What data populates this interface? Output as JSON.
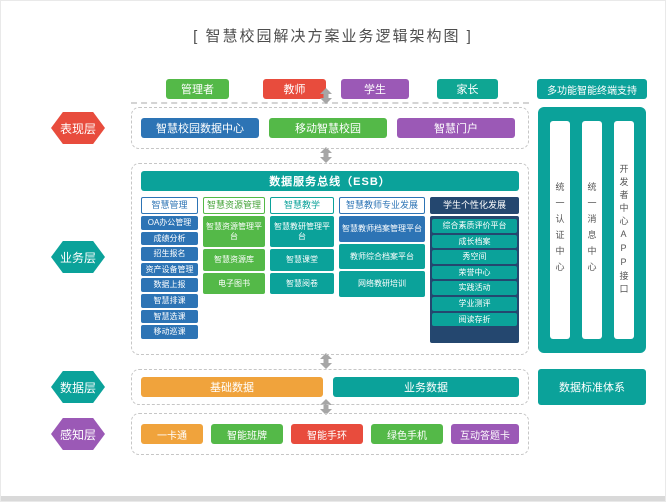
{
  "title": "[ 智慧校园解决方案业务逻辑架构图 ]",
  "palette": {
    "blue": "#2d74b5",
    "green": "#54b948",
    "teal": "#0ba29a",
    "red": "#e84c3d",
    "purple": "#9b59b6",
    "orange": "#f0a33c",
    "navy": "#24476f",
    "arrow_gray": "#a6a6a6"
  },
  "roles": [
    {
      "label": "管理者",
      "color": "#54b948"
    },
    {
      "label": "教师",
      "color": "#e84c3d"
    },
    {
      "label": "学生",
      "color": "#9b59b6"
    },
    {
      "label": "家长",
      "color": "#0fa693"
    }
  ],
  "layers": [
    {
      "label": "表现层",
      "color": "#e84c3d"
    },
    {
      "label": "业务层",
      "color": "#0ba29a"
    },
    {
      "label": "数据层",
      "color": "#0ba29a"
    },
    {
      "label": "感知层",
      "color": "#9b59b6"
    }
  ],
  "presentation": {
    "items": [
      {
        "label": "智慧校园数据中心",
        "color": "#2d74b5"
      },
      {
        "label": "移动智慧校园",
        "color": "#54b948"
      },
      {
        "label": "智慧门户",
        "color": "#9b59b6"
      }
    ]
  },
  "business": {
    "esb_label": "数据服务总线（ESB）",
    "esb_color": "#0ba29a",
    "columns": [
      {
        "header": "智慧管理",
        "accent": "#2d74b5",
        "items": [
          {
            "label": "OA办公管理",
            "color": "#2d74b5"
          },
          {
            "label": "成绩分析",
            "color": "#2d74b5"
          },
          {
            "label": "招生报名",
            "color": "#2d74b5"
          },
          {
            "label": "资产设备管理",
            "color": "#2d74b5"
          },
          {
            "label": "数据上报",
            "color": "#2d74b5"
          },
          {
            "label": "智慧排课",
            "color": "#2d74b5"
          },
          {
            "label": "智慧选课",
            "color": "#2d74b5"
          },
          {
            "label": "移动巡课",
            "color": "#2d74b5"
          }
        ]
      },
      {
        "header": "智慧资源管理",
        "accent": "#54b948",
        "items": [
          {
            "label": "智慧资源管理平台",
            "color": "#54b948"
          },
          {
            "label": "智慧资源库",
            "color": "#54b948"
          },
          {
            "label": "电子图书",
            "color": "#54b948"
          }
        ]
      },
      {
        "header": "智慧教学",
        "accent": "#0ba29a",
        "items": [
          {
            "label": "智慧教研管理平台",
            "color": "#0ba29a"
          },
          {
            "label": "智慧课堂",
            "color": "#0ba29a"
          },
          {
            "label": "智慧阅卷",
            "color": "#0ba29a"
          }
        ]
      },
      {
        "header": "智慧教师专业发展",
        "accent": "#2d74b5",
        "items": [
          {
            "label": "智慧教师档案管理平台",
            "color": "#2d74b5"
          },
          {
            "label": "教师综合档案平台",
            "color": "#0ba29a"
          },
          {
            "label": "网络教研培训",
            "color": "#0ba29a"
          }
        ]
      },
      {
        "header": "学生个性化发展",
        "accent": "#24476f",
        "body_color": "#24476f",
        "items": [
          {
            "label": "综合素质评价平台",
            "color": "#0ba29a"
          },
          {
            "label": "成长档案",
            "color": "#0ba29a"
          },
          {
            "label": "秀空间",
            "color": "#0ba29a"
          },
          {
            "label": "荣誉中心",
            "color": "#0ba29a"
          },
          {
            "label": "实践活动",
            "color": "#0ba29a"
          },
          {
            "label": "学业测评",
            "color": "#0ba29a"
          },
          {
            "label": "阅读存折",
            "color": "#0ba29a"
          }
        ]
      }
    ]
  },
  "right_panel": {
    "terminal_label": "多功能智能终端支持",
    "color": "#0ba29a",
    "strips": [
      "统一认证中心",
      "统一消息中心",
      "开发者中心APP接口"
    ],
    "data_standard_label": "数据标准体系"
  },
  "data_layer": {
    "items": [
      {
        "label": "基础数据",
        "color": "#f0a33c"
      },
      {
        "label": "业务数据",
        "color": "#0ba29a"
      }
    ]
  },
  "perception_layer": {
    "items": [
      {
        "label": "一卡通",
        "color": "#f0a33c"
      },
      {
        "label": "智能班牌",
        "color": "#54b948"
      },
      {
        "label": "智能手环",
        "color": "#e84c3d"
      },
      {
        "label": "绿色手机",
        "color": "#54b948"
      },
      {
        "label": "互动答题卡",
        "color": "#9b59b6"
      }
    ]
  }
}
